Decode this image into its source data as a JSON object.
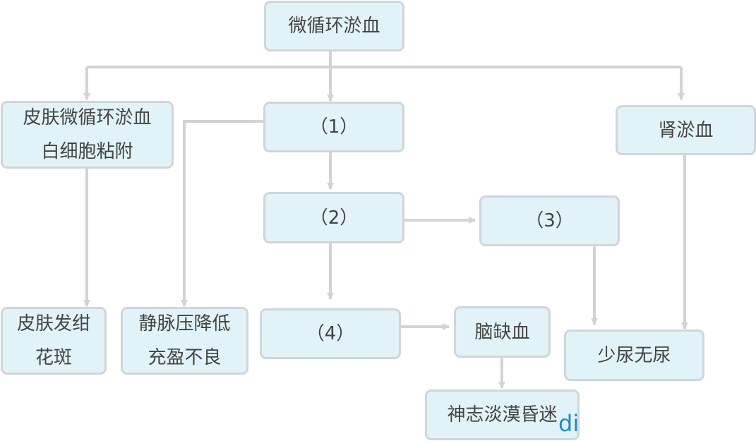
{
  "nodes": {
    "root": "微循环淤血",
    "skin": "皮肤微循环淤血\n白细胞粘附",
    "n1": "（1）",
    "kidney": "肾淤血",
    "n2": "（2）",
    "n3": "（3）",
    "skin_mottle": "皮肤发绀\n花斑",
    "venous": "静脉压降低\n充盈不良",
    "n4": "（4）",
    "brain": "脑缺血",
    "oliguria": "少尿无尿",
    "coma": "神志淡漠昏迷"
  },
  "watermark": "di",
  "colors": {
    "box_fill": "#e1f3f8",
    "box_border": "#cfd6d9",
    "connector": "#d3d3d3",
    "text": "#444444",
    "watermark": "#1e88d4"
  }
}
